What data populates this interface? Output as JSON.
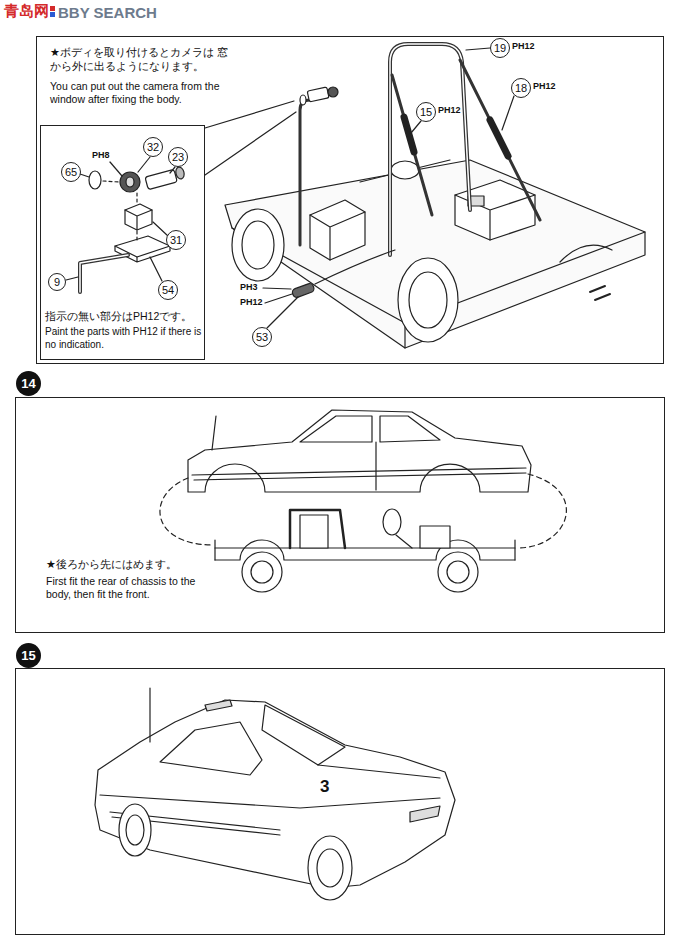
{
  "diagram": {
    "nodes": [
      {
        "text": [
          "★ボディを取り付けるとカメラは 窓から外に出るようになります。",
          "You can put out the camera from the window after fixing the body."
        ]
      },
      {
        "text": [
          "指示の無い部分はPH12です。",
          "Paint the parts with PH12 if there is no indication."
        ],
        "in": 0
      },
      {
        "text": [
          "32"
        ],
        "in": 1
      },
      {
        "text": [
          "23"
        ],
        "in": 1
      },
      {
        "text": [
          "65"
        ],
        "in": 1
      },
      {
        "text": [
          "31"
        ],
        "in": 1
      },
      {
        "text": [
          "9"
        ],
        "in": 1
      },
      {
        "text": [
          "54"
        ],
        "in": 1
      },
      {
        "text": [
          "19"
        ],
        "in": 0
      },
      {
        "text": [
          "18"
        ],
        "in": 0
      },
      {
        "text": [
          "15"
        ],
        "in": 0
      },
      {
        "text": [
          "53"
        ],
        "in": 0
      },
      {
        "text": [
          "14"
        ]
      },
      {
        "text": [
          "★後ろから先にはめます。",
          "First fit the rear of chassis to the body, then fit the front."
        ]
      },
      {
        "text": [
          "15"
        ]
      },
      {
        "text": [
          "3"
        ]
      }
    ],
    "labels": [
      "青岛网",
      "BBY SEARCH",
      "PH8",
      "PH12",
      "PH12",
      "PH12",
      "PH3",
      "PH12"
    ]
  }
}
